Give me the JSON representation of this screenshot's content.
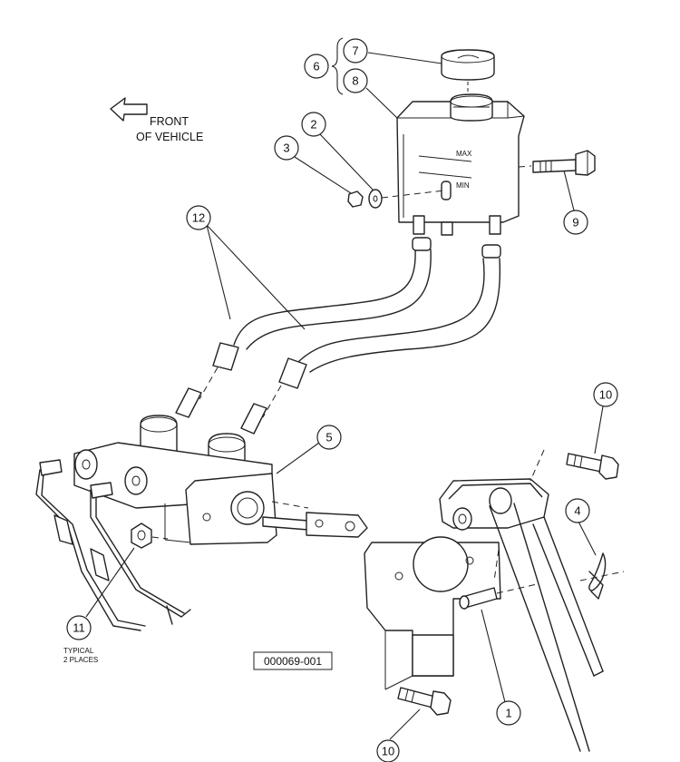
{
  "callouts": {
    "c1": "1",
    "c2": "2",
    "c3": "3",
    "c4": "4",
    "c5": "5",
    "c6": "6",
    "c7": "7",
    "c8": "8",
    "c9": "9",
    "c10a": "10",
    "c10b": "10",
    "c11": "11",
    "c12": "12"
  },
  "labels": {
    "front_line1": "FRONT",
    "front_line2": "OF VEHICLE",
    "reservoir_max": "MAX",
    "reservoir_min": "MIN",
    "typical_line1": "TYPICAL",
    "typical_line2": "2 PLACES",
    "figure_id": "000069-001"
  },
  "colors": {
    "line": "#222222",
    "background": "#ffffff"
  }
}
